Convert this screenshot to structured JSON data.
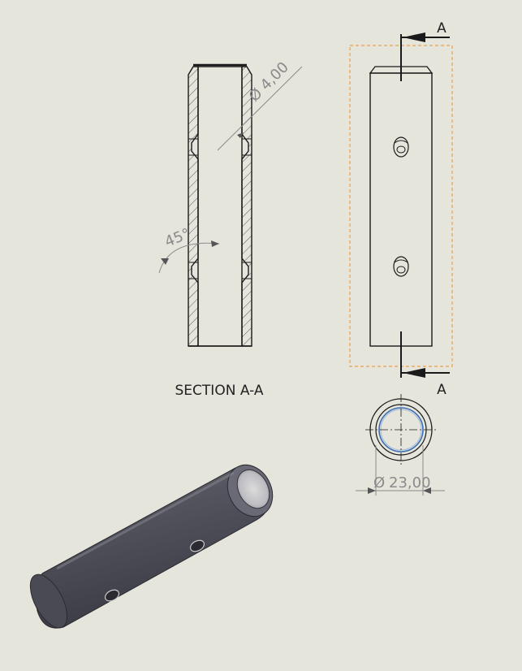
{
  "drawing": {
    "section_view": {
      "title": "SECTION A-A",
      "hole_diameter": "4,00",
      "chamfer_angle": "45°"
    },
    "front_view": {
      "cut_label_top": "A",
      "cut_label_bottom": "A"
    },
    "end_view": {
      "outer_diameter": "23,00"
    },
    "symbols": {
      "diameter": "Ø"
    },
    "colors": {
      "background": "#e6e5dc",
      "line": "#1a1a1a",
      "dimension": "#8a8a8a",
      "selection_box": "#e8a24a",
      "model_body": "#5a5a66",
      "inner_edge": "#3b6fb6"
    }
  }
}
